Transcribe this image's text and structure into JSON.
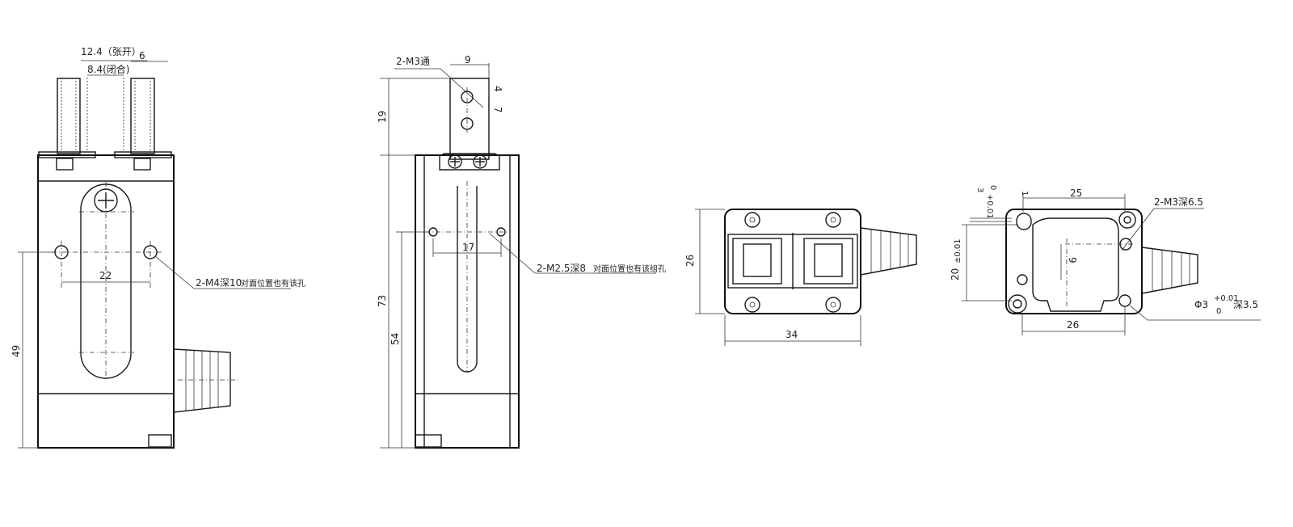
{
  "views": {
    "front": {
      "dims": {
        "open_width": "12.4（张开）",
        "closed_width": "8.4(闭合)",
        "finger_width": "6",
        "hole_spacing": "22",
        "height": "49"
      },
      "callout": {
        "spec": "2-M4深10",
        "note": "对面位置也有该孔"
      }
    },
    "side": {
      "dims": {
        "finger_width": "9",
        "hole_offset_top": "4",
        "hole_pitch": "7",
        "finger_height": "19",
        "total_height": "73",
        "body_height": "54",
        "hole_spacing": "17"
      },
      "callouts": {
        "finger_thread": "2-M3通",
        "side_holes_spec": "2-M2.5深8",
        "side_holes_note": "对面位置也有该组孔"
      }
    },
    "top": {
      "dims": {
        "height": "26",
        "width": "34"
      }
    },
    "bottom": {
      "dims": {
        "hole_spacing_top": "25",
        "offset_small": "1",
        "tolerance_top_upper": "+0.01",
        "tolerance_top_lower": "0",
        "tolerance_top_value": "3",
        "height": "20",
        "height_tol": "±0.01",
        "inner_offset": "9",
        "hole_spacing_bottom": "26"
      },
      "callouts": {
        "thread": "2-M3深6.5",
        "pin_hole_prefix": "Φ3",
        "pin_tol_upper": "+0.01",
        "pin_tol_lower": "0",
        "pin_depth": "深3.5"
      }
    }
  }
}
